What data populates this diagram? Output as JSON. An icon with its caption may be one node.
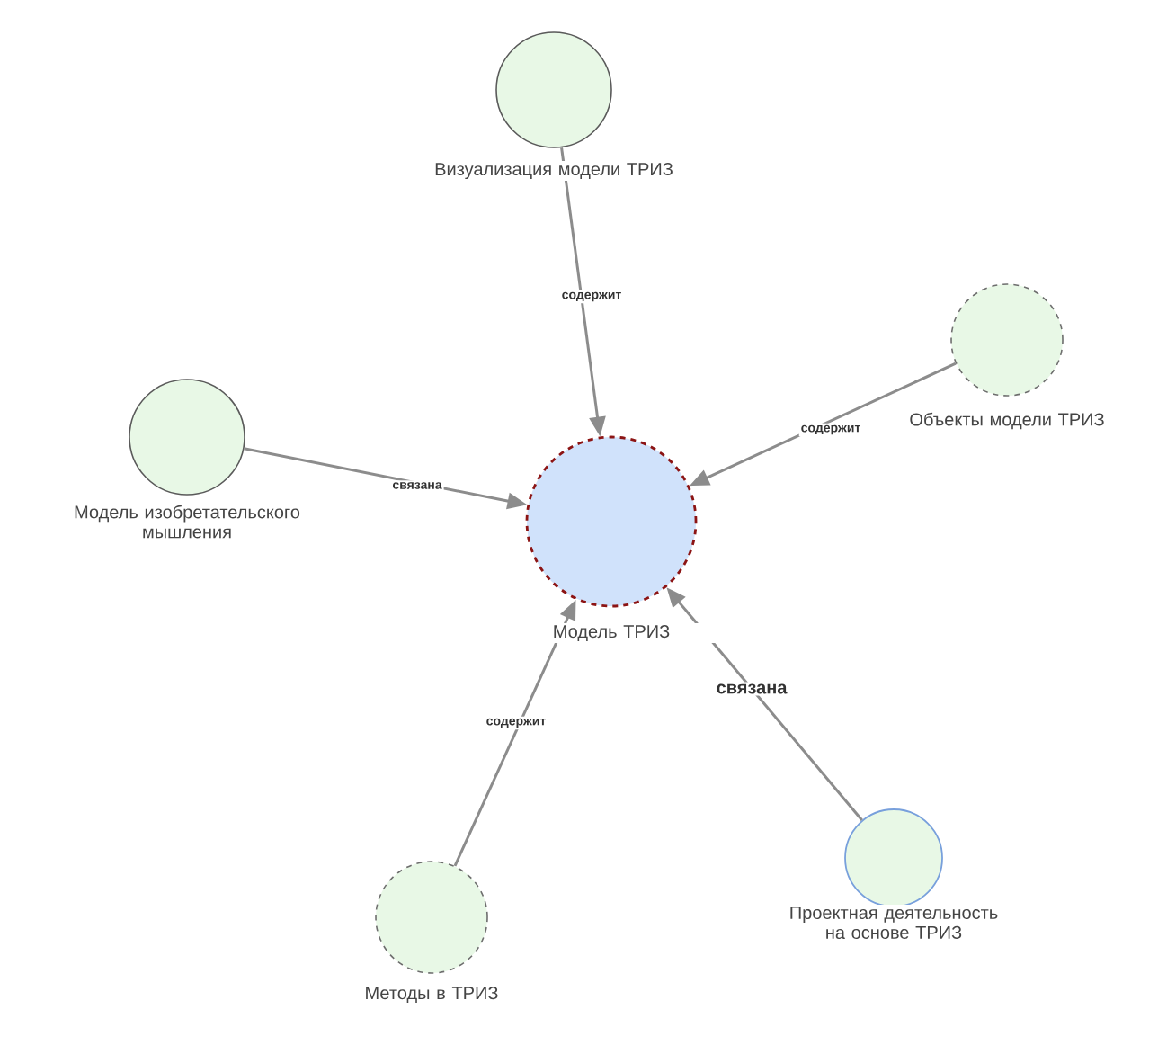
{
  "diagram": {
    "nodes": [
      {
        "text": [
          "Модель ТРИЗ"
        ]
      },
      {
        "text": [
          "Визуализация модели ТРИЗ"
        ]
      },
      {
        "text": [
          "Объекты модели ТРИЗ"
        ]
      },
      {
        "text": [
          "Модель изобретательского мышления"
        ]
      },
      {
        "text": [
          "Методы в ТРИЗ"
        ]
      },
      {
        "text": [
          "Проектная деятельность на основе ТРИЗ"
        ]
      }
    ],
    "edges": [
      {
        "from": 1,
        "to": 0,
        "arrow": "to",
        "label": "содержит"
      },
      {
        "from": 2,
        "to": 0,
        "arrow": "to",
        "label": "содержит"
      },
      {
        "from": 3,
        "to": 0,
        "arrow": "to",
        "label": "связана"
      },
      {
        "from": 4,
        "to": 0,
        "arrow": "to",
        "label": "содержит"
      },
      {
        "from": 5,
        "to": 0,
        "arrow": "to",
        "label": "связана"
      }
    ]
  }
}
